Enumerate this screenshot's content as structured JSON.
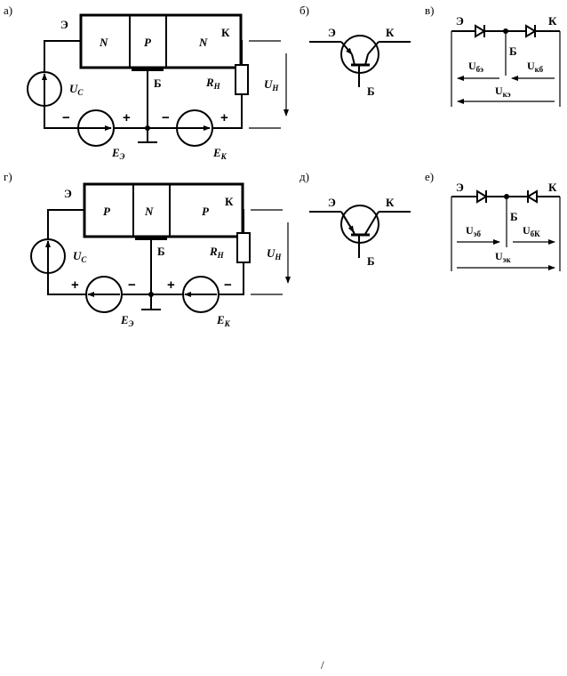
{
  "panels": {
    "a": {
      "tag": "а)",
      "emitter": "Э",
      "collector": "К",
      "base": "Б",
      "regions": [
        "N",
        "P",
        "N"
      ],
      "source": "U",
      "source_sub": "C",
      "load": "R",
      "load_sub": "Н",
      "out": "U",
      "out_sub": "Н",
      "ee": "E",
      "ee_sub": "Э",
      "ek": "E",
      "ek_sub": "К",
      "minus": "−",
      "plus": "+"
    },
    "b": {
      "tag": "б)",
      "emitter": "Э",
      "collector": "К",
      "base": "Б"
    },
    "c": {
      "tag": "в)",
      "emitter": "Э",
      "collector": "К",
      "base": "Б",
      "u": "U",
      "u1_sub": "бэ",
      "u2_sub": "кб",
      "u3_sub": "кэ"
    },
    "d": {
      "tag": "г)",
      "emitter": "Э",
      "collector": "К",
      "base": "Б",
      "regions": [
        "P",
        "N",
        "P"
      ],
      "source": "U",
      "source_sub": "C",
      "load": "R",
      "load_sub": "Н",
      "out": "U",
      "out_sub": "Н",
      "ee": "E",
      "ee_sub": "Э",
      "ek": "E",
      "ek_sub": "К",
      "minus": "−",
      "plus": "+"
    },
    "e": {
      "tag": "д)",
      "emitter": "Э",
      "collector": "К",
      "base": "Б"
    },
    "f": {
      "tag": "е)",
      "emitter": "Э",
      "collector": "К",
      "base": "Б",
      "u": "U",
      "u1_sub": "эб",
      "u2_sub": "бК",
      "u3_sub": "эк"
    }
  },
  "page_mark": "/"
}
